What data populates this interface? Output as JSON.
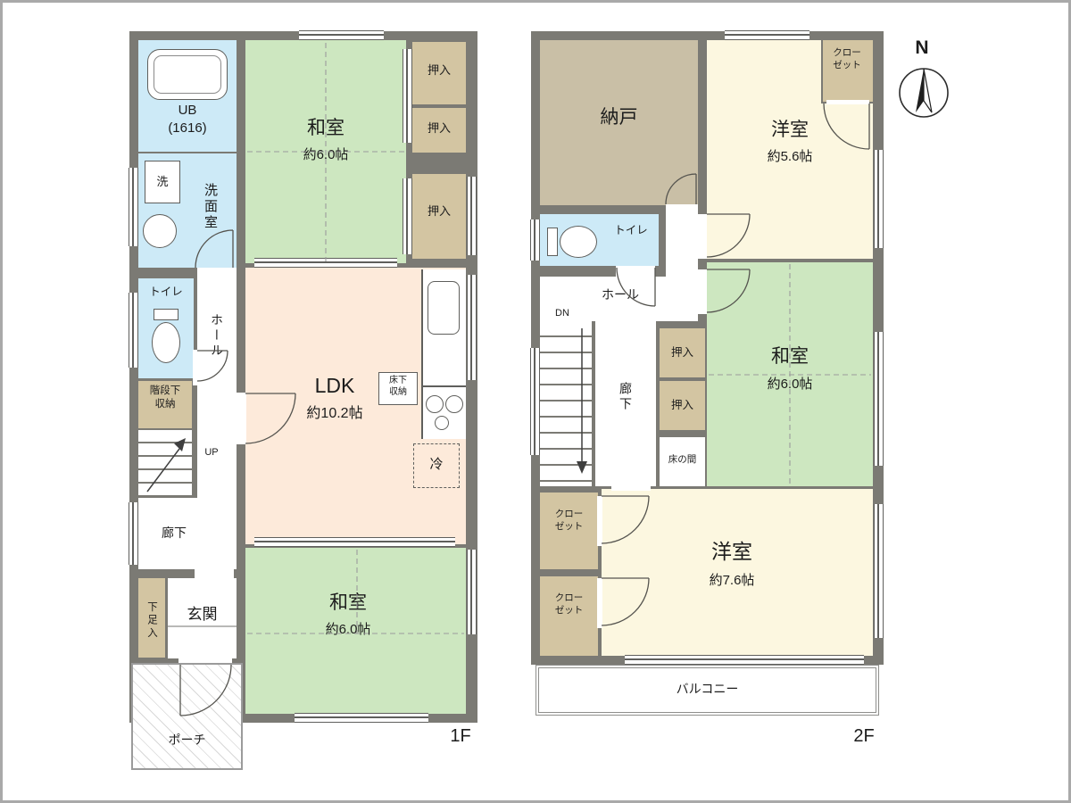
{
  "colors": {
    "wall": "#7b7a74",
    "tatami": "#cde7c0",
    "yoshitsu": "#fcf7e0",
    "ldk": "#fdeada",
    "water": "#cdeaf7",
    "closet": "#d3c5a2",
    "nando": "#c9bfa6",
    "line": "#5f5f5c"
  },
  "compass": {
    "label": "N"
  },
  "floor1": {
    "label": "1F",
    "rooms": {
      "ub": {
        "name": "UB\n(1616)"
      },
      "laundry": {
        "name": "洗"
      },
      "washroom": {
        "name": "洗面室"
      },
      "toilet": {
        "name": "トイレ"
      },
      "hall": {
        "name": "ホール"
      },
      "under_stair_storage": {
        "name": "階段下\n収納"
      },
      "stairs_up": {
        "name": "UP"
      },
      "corridor": {
        "name": "廊下"
      },
      "shoe_storage": {
        "name": "下足入"
      },
      "entrance": {
        "name": "玄関"
      },
      "porch": {
        "name": "ポーチ"
      },
      "washitsu_north": {
        "name": "和室",
        "size": "約6.0帖"
      },
      "oshiire_1": {
        "name": "押入"
      },
      "oshiire_2": {
        "name": "押入"
      },
      "oshiire_3": {
        "name": "押入"
      },
      "ldk": {
        "name": "LDK",
        "size": "約10.2帖"
      },
      "underfloor_storage": {
        "name": "床下\n収納"
      },
      "refrigerator": {
        "name": "冷"
      },
      "washitsu_south": {
        "name": "和室",
        "size": "約6.0帖"
      }
    }
  },
  "floor2": {
    "label": "2F",
    "rooms": {
      "nando": {
        "name": "納戸"
      },
      "yoshitsu_north": {
        "name": "洋室",
        "size": "約5.6帖"
      },
      "closet_ne": {
        "name": "クロー\nゼット"
      },
      "toilet": {
        "name": "トイレ"
      },
      "hall": {
        "name": "ホール"
      },
      "stairs_down": {
        "name": "DN"
      },
      "corridor": {
        "name": "廊下"
      },
      "oshiire_1": {
        "name": "押入"
      },
      "oshiire_2": {
        "name": "押入"
      },
      "tokonoma": {
        "name": "床の間"
      },
      "washitsu": {
        "name": "和室",
        "size": "約6.0帖"
      },
      "closet_w1": {
        "name": "クロー\nゼット"
      },
      "closet_w2": {
        "name": "クロー\nゼット"
      },
      "yoshitsu_south": {
        "name": "洋室",
        "size": "約7.6帖"
      },
      "balcony": {
        "name": "バルコニー"
      }
    }
  }
}
